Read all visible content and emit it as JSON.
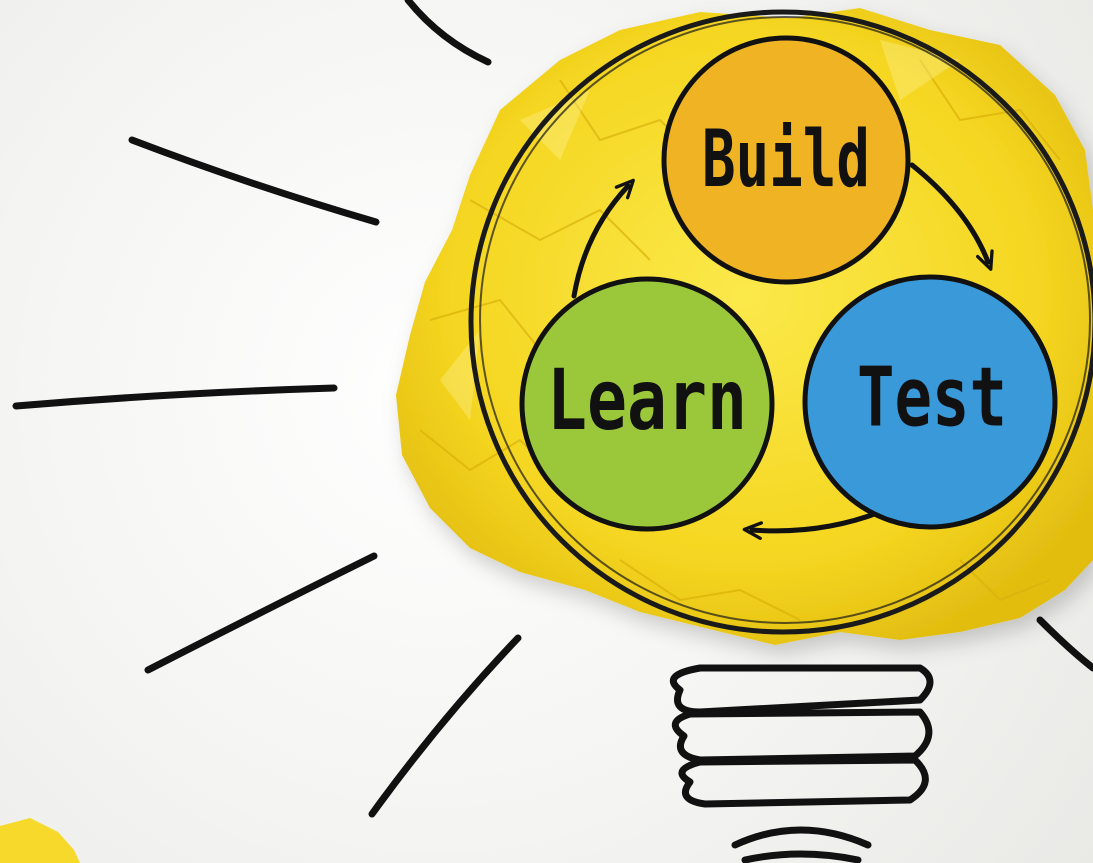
{
  "cycle": {
    "stages": [
      {
        "label": "Build",
        "color": "#f0b323"
      },
      {
        "label": "Test",
        "color": "#3a9ad9"
      },
      {
        "label": "Learn",
        "color": "#9bc83b"
      }
    ],
    "flow": "Build → Test → Learn → Build"
  },
  "colors": {
    "paper": "#f7dd2e",
    "paper_shadow": "#e8c412",
    "ink": "#111111",
    "background": "#f2f2f0"
  },
  "icons": [
    "crumpled-paper-bulb",
    "light-rays",
    "bulb-screw-base"
  ]
}
